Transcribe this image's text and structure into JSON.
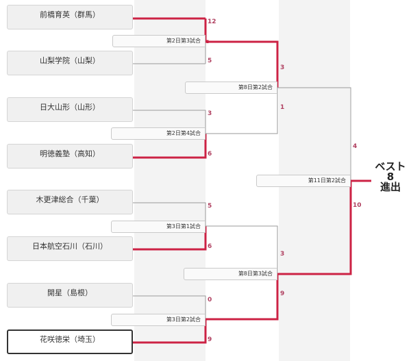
{
  "colors": {
    "win_line": "#cc2244",
    "lose_line": "#9a9a9a",
    "score": "#b04060"
  },
  "teams": [
    "前橋育英（群馬）",
    "山梨学院（山梨）",
    "日大山形（山形）",
    "明徳義塾（高知）",
    "木更津総合（千葉）",
    "日本航空石川（石川）",
    "開星（島根）",
    "花咲徳栄（埼玉）"
  ],
  "matches": {
    "r1": [
      "第2日第3試合",
      "第2日第4試合",
      "第3日第1試合",
      "第3日第2試合"
    ],
    "r2": [
      "第8日第2試合",
      "第8日第3試合"
    ],
    "r3": "第11日第2試合"
  },
  "scores": {
    "r1": [
      [
        "12",
        "5"
      ],
      [
        "3",
        "6"
      ],
      [
        "5",
        "6"
      ],
      [
        "0",
        "9"
      ]
    ],
    "r2": [
      [
        "3",
        "1"
      ],
      [
        "3",
        "9"
      ]
    ],
    "r3": [
      "4",
      "10"
    ]
  },
  "result": {
    "line1": "ベスト",
    "line2": "8",
    "line3": "進出"
  }
}
